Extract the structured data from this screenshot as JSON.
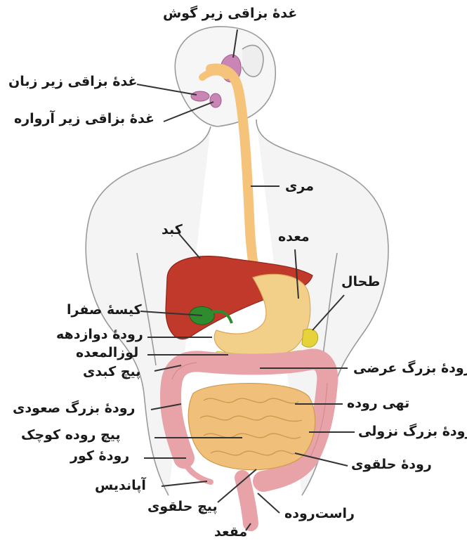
{
  "labels": {
    "parotid": "غدۀ بزاقی زیر گوش",
    "sublingual": "غدۀ بزاقی زیر زبان",
    "submandibular": "غدۀ بزاقی زیر آرواره",
    "esophagus": "مری",
    "liver": "کبد",
    "stomach": "معده",
    "spleen": "طحال",
    "gallbladder": "کیسۀ صفرا",
    "duodenum": "رودۀ دوازدهه",
    "pancreas": "لوزالمعده",
    "hepatic_flexure": "پیچ کبدی",
    "transverse_colon": "رودۀ بزرگ عرضی",
    "ascending_colon": "رودۀ بزرگ صعودی",
    "jejunum": "تهی روده",
    "descending_colon": "رودۀ بزرگ نزولی",
    "small_intestine": "پیچ روده کوچک",
    "cecum": "رودۀ کور",
    "sigmoid_colon": "رودۀ حلقوی",
    "appendix": "آپاندیس",
    "sigmoid_flexure": "پیچ حلقوی",
    "rectum": "راست‌روده",
    "anus": "مقعد"
  },
  "colors": {
    "body_outline": "#9a9a9a",
    "skin": "#f4f4f4",
    "esophagus": "#f5c37a",
    "liver": "#c0392b",
    "gallbladder": "#2e8b2e",
    "stomach": "#f3d08a",
    "pancreas": "#e8e86a",
    "large_intestine": "#e8a3a8",
    "small_intestine": "#f0c07a",
    "salivary": "#c985b4",
    "leader_line": "#333333"
  }
}
